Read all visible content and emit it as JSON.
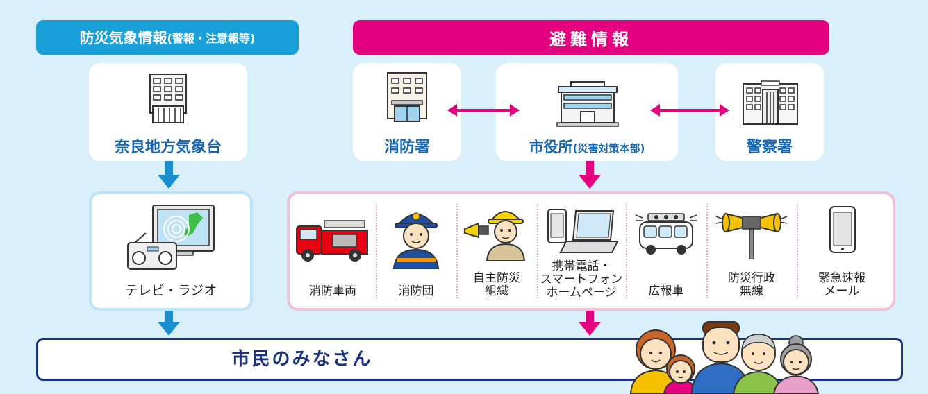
{
  "header_weather": {
    "main": "防災気象情報",
    "paren": "(警報・注意報等)"
  },
  "header_evac": "避難情報",
  "nodes": {
    "met_office": "奈良地方気象台",
    "fire_station": "消防署",
    "city_hall_main": "市役所",
    "city_hall_paren": "(災害対策本部)",
    "police": "警察署",
    "tv_radio": "テレビ・ラジオ"
  },
  "media": [
    {
      "label": "消防車両",
      "icon": "fire-truck-icon"
    },
    {
      "label": "消防団",
      "icon": "firefighter-icon"
    },
    {
      "label": "自主防災\n組織",
      "icon": "megaphone-volunteer-icon"
    },
    {
      "label": "携帯電話・\nスマートフォン\nホームページ",
      "icon": "phone-laptop-icon"
    },
    {
      "label": "広報車",
      "icon": "pr-van-icon"
    },
    {
      "label": "防災行政\n無線",
      "icon": "siren-speaker-icon"
    },
    {
      "label": "緊急速報\nメール",
      "icon": "smartphone-icon"
    }
  ],
  "citizens": "市民のみなさん",
  "colors": {
    "blue": "#1aa0d8",
    "pink": "#e4007f",
    "navy": "#1b3282",
    "label_blue": "#1565b0",
    "background": "#d9eff9"
  }
}
